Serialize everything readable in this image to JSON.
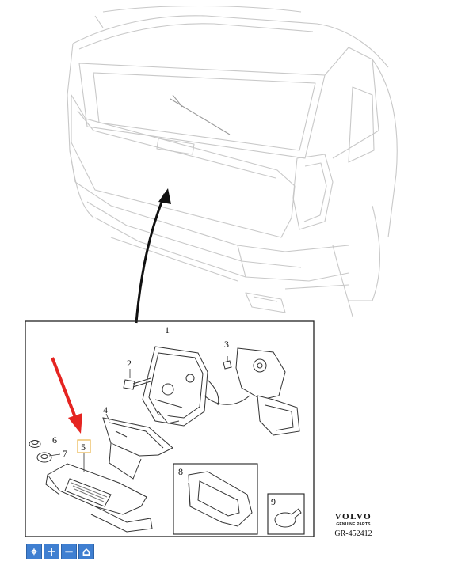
{
  "callouts": {
    "p1": "1",
    "p2": "2",
    "p3": "3",
    "p4": "4",
    "p5": "5",
    "p6": "6",
    "p7": "7",
    "p8": "8",
    "p9": "9"
  },
  "brand": {
    "logo": "VOLVO",
    "subtitle": "GENUINE PARTS",
    "reference": "GR-452412"
  },
  "toolbar": {
    "buttons": [
      {
        "name": "pointer",
        "icon": "cursor-icon",
        "glyph": "⌖"
      },
      {
        "name": "zoom-in",
        "icon": "plus-icon",
        "glyph": "+"
      },
      {
        "name": "zoom-out",
        "icon": "minus-icon",
        "glyph": "−"
      },
      {
        "name": "home",
        "icon": "home-icon",
        "glyph": "⌂"
      }
    ]
  },
  "colors": {
    "line_art": "#333333",
    "ghost_car": "#c8c8c8",
    "highlight_arrow": "#e52421",
    "highlight_box": "#e8b44a",
    "toolbar": "#3f7fd1"
  }
}
